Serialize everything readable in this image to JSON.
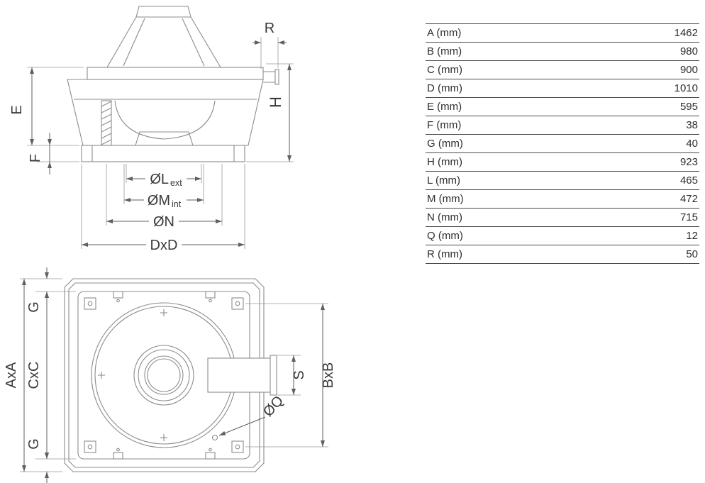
{
  "table": {
    "rows": [
      {
        "label": "A (mm)",
        "value": "1462"
      },
      {
        "label": "B (mm)",
        "value": "980"
      },
      {
        "label": "C (mm)",
        "value": "900"
      },
      {
        "label": "D (mm)",
        "value": "1010"
      },
      {
        "label": "E (mm)",
        "value": "595"
      },
      {
        "label": "F (mm)",
        "value": "38"
      },
      {
        "label": "G (mm)",
        "value": "40"
      },
      {
        "label": "H (mm)",
        "value": "923"
      },
      {
        "label": "L (mm)",
        "value": "465"
      },
      {
        "label": "M (mm)",
        "value": "472"
      },
      {
        "label": "N (mm)",
        "value": "715"
      },
      {
        "label": "Q (mm)",
        "value": "12"
      },
      {
        "label": "R (mm)",
        "value": "50"
      }
    ]
  },
  "side_view": {
    "labels": {
      "r": "R",
      "h": "H",
      "e": "E",
      "f": "F",
      "dia_l": "ØL",
      "dia_l_sub": "ext",
      "dia_m": "ØM",
      "dia_m_sub": "int",
      "dia_n": "ØN",
      "dxd": "DxD"
    }
  },
  "top_view": {
    "labels": {
      "axa": "AxA",
      "cxc": "CxC",
      "g_top": "G",
      "g_bottom": "G",
      "bxb": "BxB",
      "s": "S",
      "dia_q": "ØQ"
    }
  },
  "colors": {
    "geometry_line": "#8c8c8c",
    "dimension_line": "#5f5f5f",
    "text": "#3a3a3a",
    "table_line": "#4a4a4a"
  }
}
